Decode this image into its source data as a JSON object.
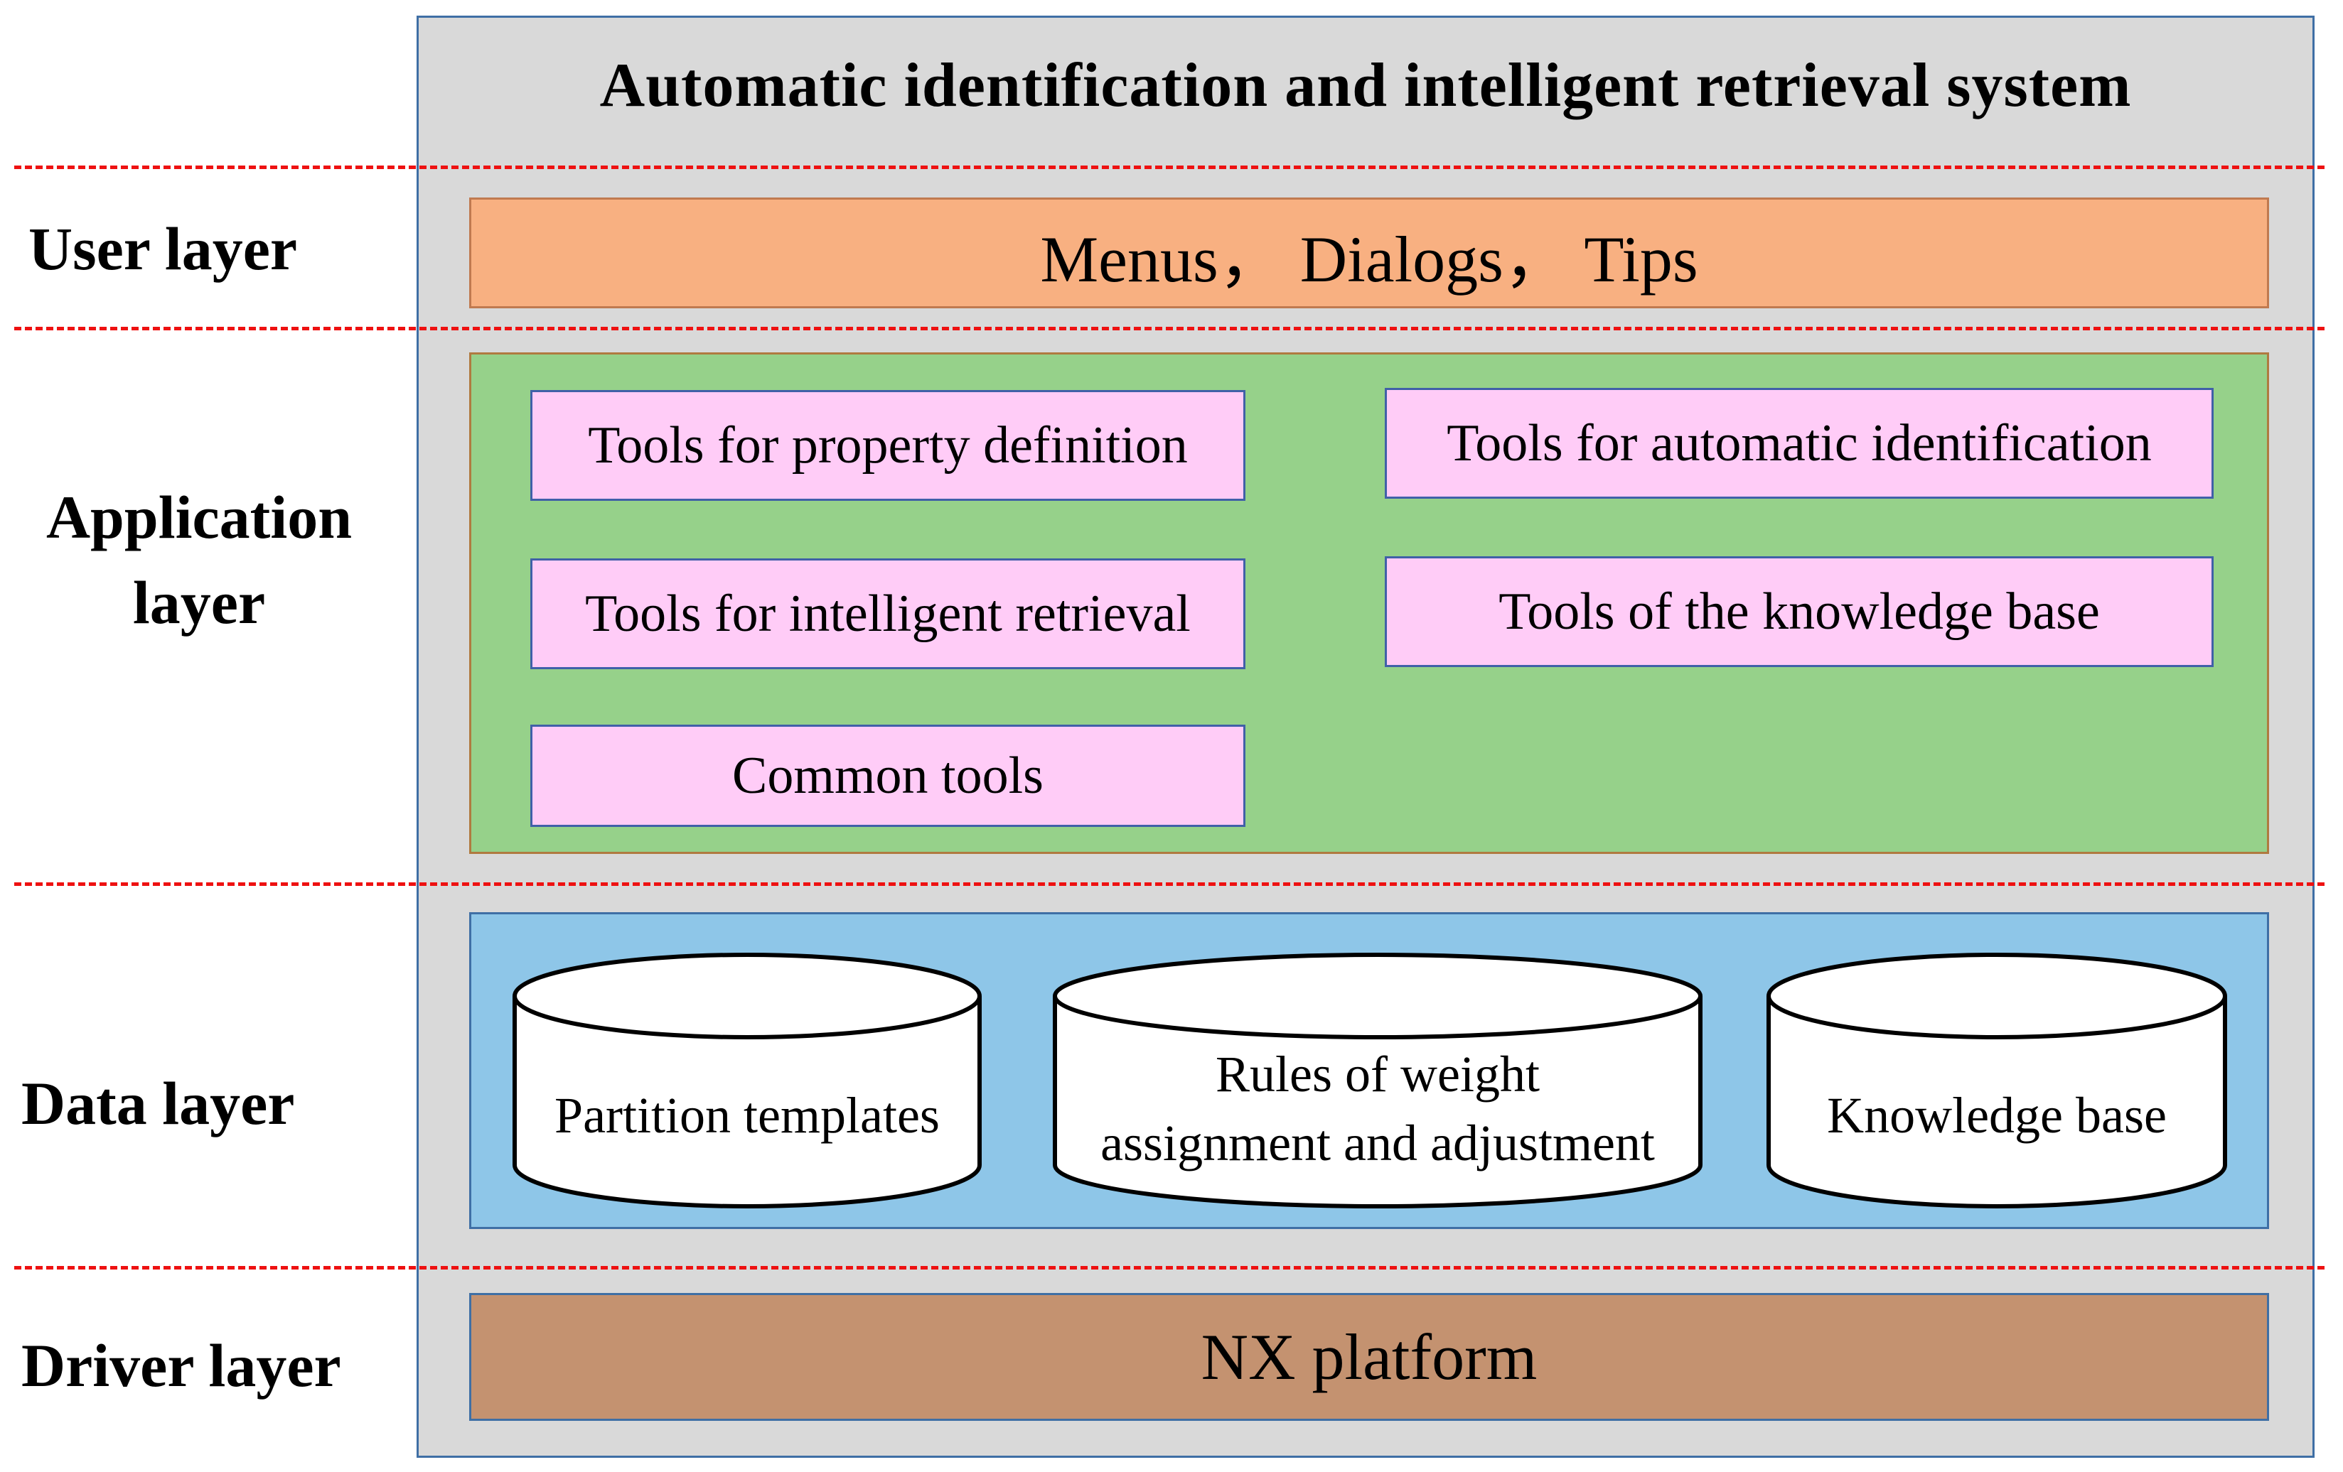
{
  "system_title": "Automatic identification and intelligent retrieval system",
  "layers": {
    "user": {
      "label": "User layer",
      "content": "Menus， Dialogs， Tips"
    },
    "application": {
      "label_line1": "Application",
      "label_line2": "layer",
      "tools": [
        "Tools for property definition",
        "Tools for automatic identification",
        "Tools for intelligent retrieval",
        "Tools of the knowledge base",
        "Common tools"
      ]
    },
    "data": {
      "label": "Data layer",
      "stores": [
        {
          "line1": "Partition templates"
        },
        {
          "line1": "Rules of weight",
          "line2": "assignment and adjustment"
        },
        {
          "line1": "Knowledge base"
        }
      ]
    },
    "driver": {
      "label": "Driver layer",
      "content": "NX platform"
    }
  },
  "colors": {
    "user_band": "#f8b081",
    "application_band": "#96d18a",
    "tool_box": "#ffccf7",
    "data_band": "#8ec6e8",
    "driver_band": "#c49270",
    "system_background": "#d9d9d9",
    "separator": "#ee1111"
  }
}
